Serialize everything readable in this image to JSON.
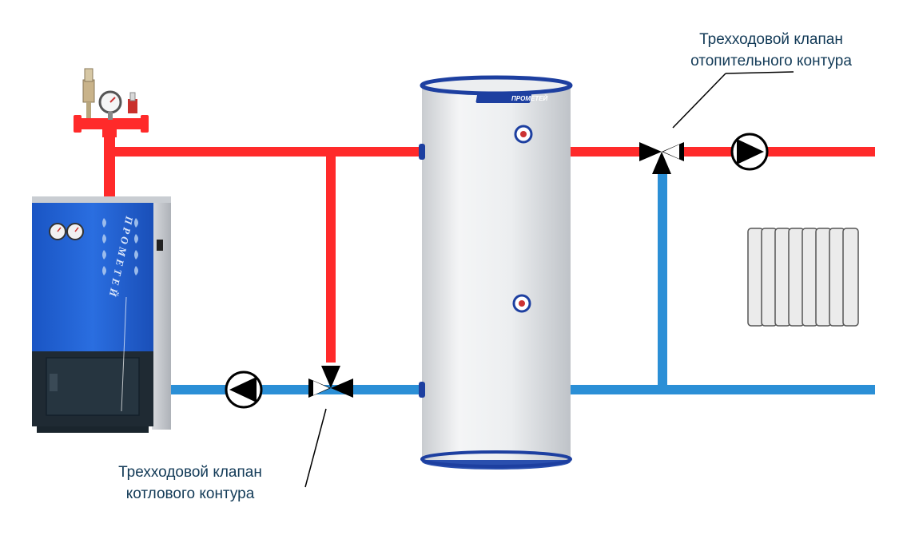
{
  "colors": {
    "hot_pipe": "#ff2a2a",
    "cold_pipe": "#2b8fd6",
    "boiler_body": "#1f5fd0",
    "boiler_base": "#1f2a33",
    "tank_shell": "#eef0f2",
    "tank_trim": "#1d3fa0",
    "label_text": "#123a57"
  },
  "boiler": {
    "brand_vertical": "ПРОМЕТЕЙ",
    "icon": "solid-fuel-boiler-icon"
  },
  "tank": {
    "brand": "ПРОМЕТЕЙ",
    "icon": "indirect-heating-tank-icon"
  },
  "callouts": {
    "heating_valve": {
      "line1": "Трехходовой клапан",
      "line2": "отопительного контура"
    },
    "boiler_valve": {
      "line1": "Трехходовой клапан",
      "line2": "котлового контура"
    }
  },
  "icons": {
    "pump": "circulation-pump-icon",
    "valve": "three-way-valve-icon",
    "radiator": "radiator-icon",
    "safety_group": "safety-group-icon",
    "gauge": "gauge-icon"
  }
}
